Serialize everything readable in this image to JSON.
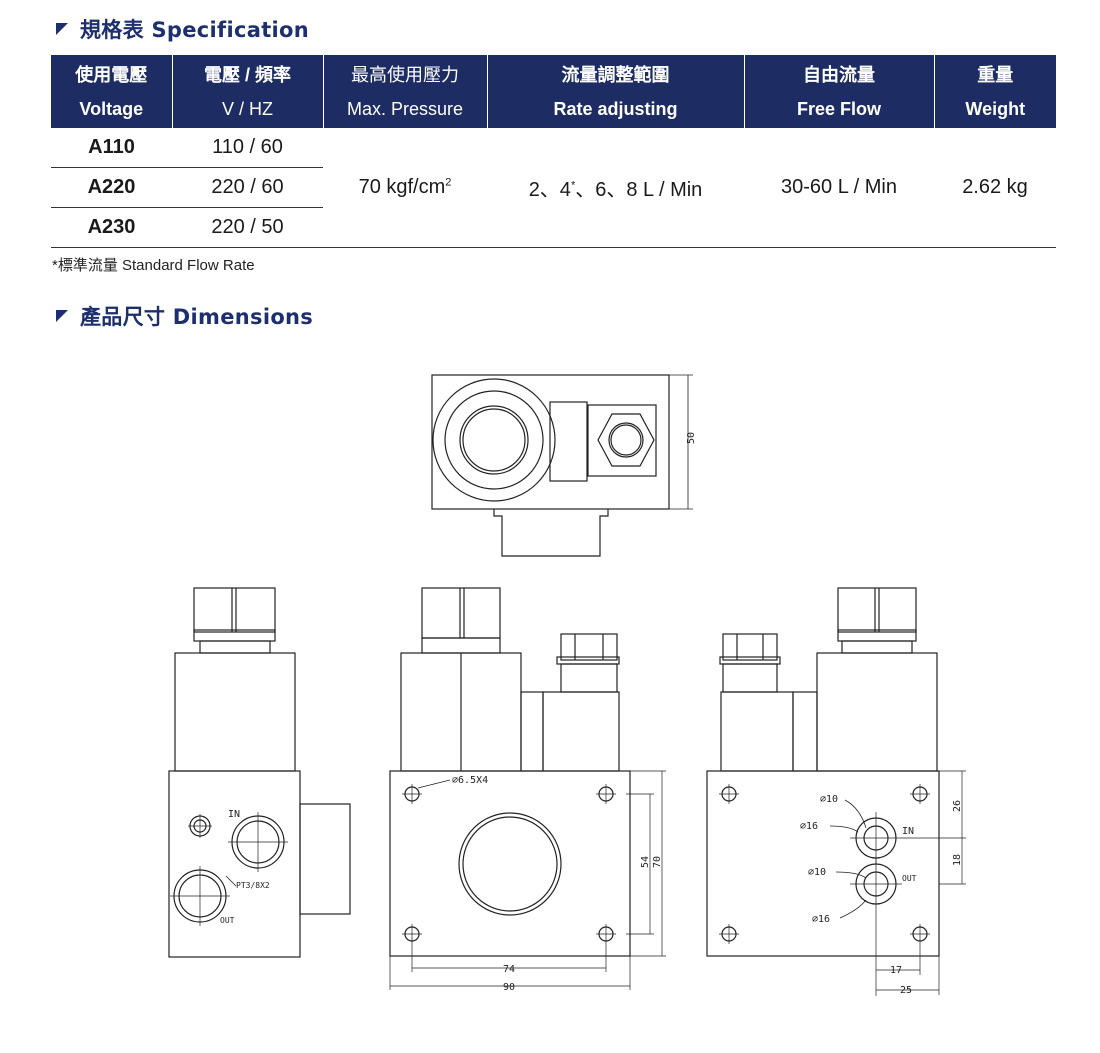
{
  "spec_section": {
    "title": "規格表 Specification"
  },
  "table": {
    "headers": [
      {
        "zh": "使用電壓",
        "en": "Voltage"
      },
      {
        "zh": "電壓 / 頻率",
        "en": "V / HZ"
      },
      {
        "zh": "最高使用壓力",
        "en": "Max. Pressure"
      },
      {
        "zh": "流量調整範圍",
        "en": "Rate adjusting"
      },
      {
        "zh": "自由流量",
        "en": "Free Flow"
      },
      {
        "zh": "重量",
        "en": "Weight"
      }
    ],
    "rows": [
      {
        "model": "A110",
        "vhz": "110 / 60"
      },
      {
        "model": "A220",
        "vhz": "220 / 60"
      },
      {
        "model": "A230",
        "vhz": "220 / 50"
      }
    ],
    "pressure": "70 kgf/cm",
    "pressure_sup": "2",
    "rate_pre": "2、4",
    "rate_sup": "*",
    "rate_post": "、6、8 L / Min",
    "free_flow": "30-60 L / Min",
    "weight": "2.62 kg"
  },
  "note": "*標準流量 Standard Flow Rate",
  "dim_section": {
    "title": "產品尺寸 Dimensions"
  },
  "drawing": {
    "dim_50": "50",
    "hole_label": "∅6.5X4",
    "in_label": "IN",
    "out_label": "OUT",
    "port_label": "PT3/8X2",
    "dim_54": "54",
    "dim_70": "70",
    "dim_74": "74",
    "dim_90": "90",
    "d10a": "∅10",
    "d16a": "∅16",
    "d10b": "∅10",
    "d16b": "∅16",
    "dim_26": "26",
    "dim_18": "18",
    "dim_17": "17",
    "dim_25": "25"
  },
  "colors": {
    "header_bg": "#1d2d64",
    "title": "#1d2f6e"
  }
}
